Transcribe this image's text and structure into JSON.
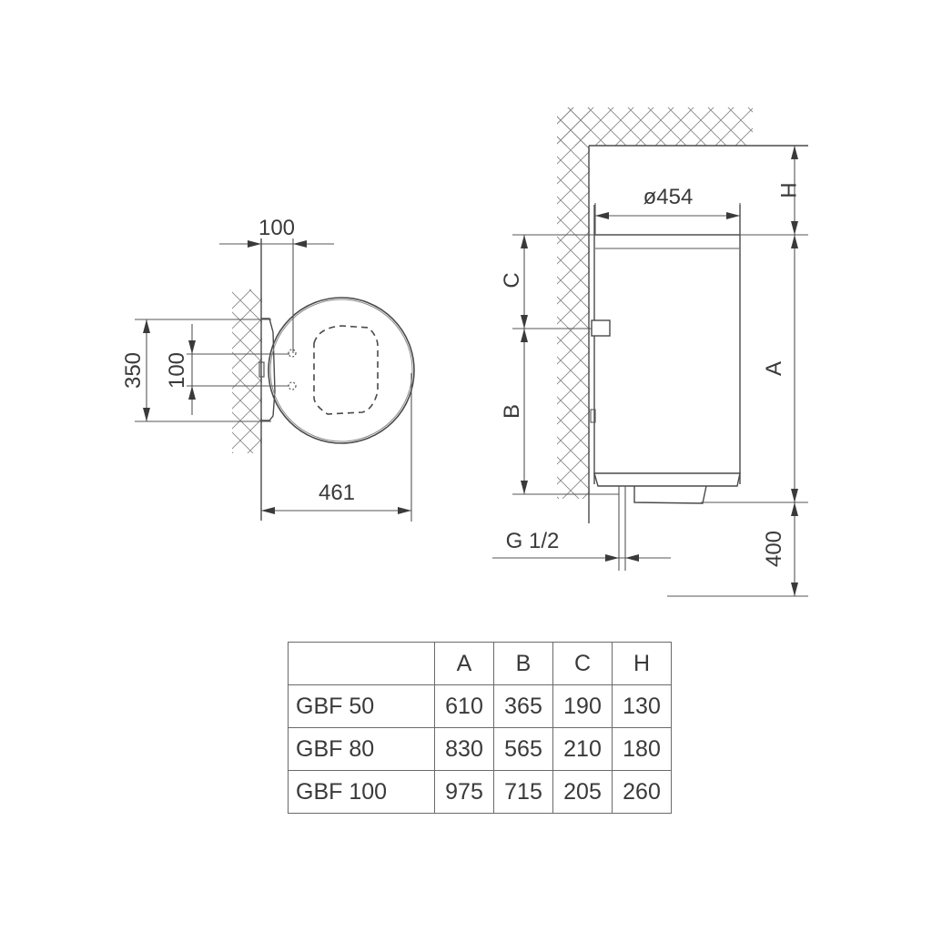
{
  "top_view": {
    "dim_bracket_offset": "100",
    "dim_bracket_height": "350",
    "dim_pipe_spacing": "100",
    "dim_width": "461"
  },
  "side_view": {
    "dim_diameter": "ø454",
    "label_H": "H",
    "label_A": "A",
    "label_B": "B",
    "label_C": "C",
    "dim_floor_clearance": "400",
    "pipe_thread": "G 1/2"
  },
  "table": {
    "headers": [
      "",
      "A",
      "B",
      "C",
      "H"
    ],
    "rows": [
      {
        "model": "GBF 50",
        "A": "610",
        "B": "365",
        "C": "190",
        "H": "130"
      },
      {
        "model": "GBF 80",
        "A": "830",
        "B": "565",
        "C": "210",
        "H": "180"
      },
      {
        "model": "GBF 100",
        "A": "975",
        "B": "715",
        "C": "205",
        "H": "260"
      }
    ]
  }
}
